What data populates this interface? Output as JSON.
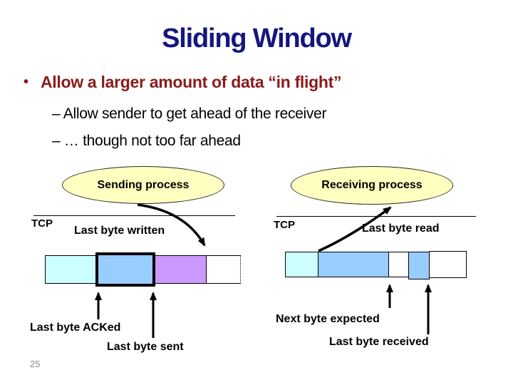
{
  "slide": {
    "title": "Sliding Window",
    "page_number": "25",
    "bullets": {
      "marker": "•",
      "main": "Allow a larger amount of data “in flight”",
      "sub1": "– Allow sender to get ahead of the receiver",
      "sub2": "– … though not too far ahead"
    },
    "diagram": {
      "sender": {
        "process_label": "Sending process",
        "tcp_label": "TCP",
        "last_byte_written": "Last byte written",
        "last_byte_acked": "Last byte ACKed",
        "last_byte_sent": "Last byte sent"
      },
      "receiver": {
        "process_label": "Receiving process",
        "tcp_label": "TCP",
        "last_byte_read": "Last byte read",
        "next_byte_expected": "Next byte expected",
        "last_byte_received": "Last byte received"
      }
    }
  },
  "colors": {
    "title": "#16167F",
    "bullet_main": "#8B1A1A",
    "process_fill": "#FFFFC0",
    "acked_segment": "#CCFFFF",
    "in_flight_segment": "#99CCFF",
    "written_segment": "#CC99FF",
    "empty_segment": "#FFFFFF",
    "page_number": "#8C8C8C"
  }
}
